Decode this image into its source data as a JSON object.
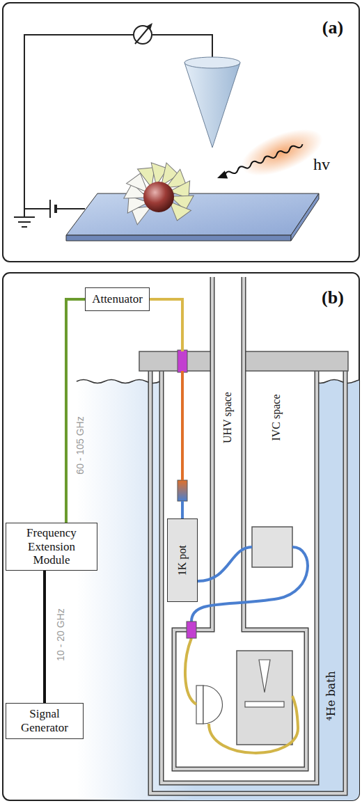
{
  "diagram": {
    "nodes": [
      {
        "text": [
          "Attenuator"
        ]
      },
      {
        "text": [
          "Frequency Extension Module"
        ]
      },
      {
        "text": [
          "1K pot"
        ]
      },
      {
        "text": [
          "Signal Generator"
        ]
      }
    ],
    "edges": [
      {
        "from": 3,
        "to": 1,
        "arrow": "none",
        "label": "10 - 20 GHz"
      },
      {
        "from": 1,
        "to": 0,
        "arrow": "none",
        "label": "60 - 105 GHz"
      },
      {
        "from": 0,
        "to": 2,
        "arrow": "none"
      }
    ],
    "labels": [
      "(a)",
      "hv",
      "(b)",
      "UHV space",
      "IVC space",
      "⁴He bath"
    ]
  }
}
